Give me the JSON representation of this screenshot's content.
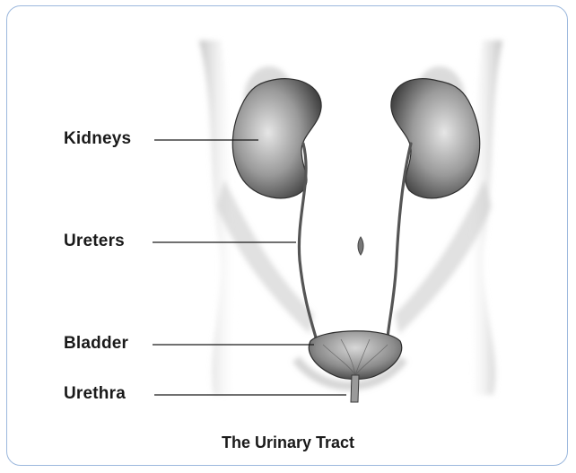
{
  "labels": {
    "kidneys": "Kidneys",
    "ureters": "Ureters",
    "bladder": "Bladder",
    "urethra": "Urethra"
  },
  "caption": "The Urinary Tract",
  "colors": {
    "frame_border": "#9cb8dd",
    "ink": "#1a1a1a",
    "organ_shade": "#6e6e6e"
  }
}
